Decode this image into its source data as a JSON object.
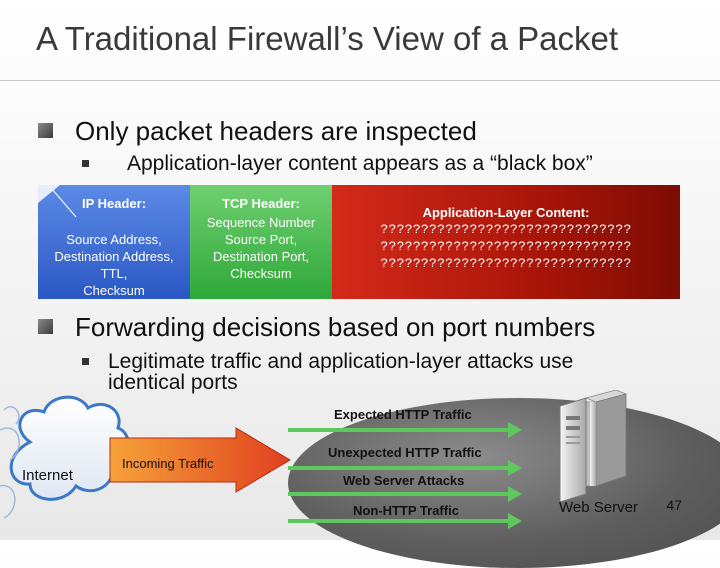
{
  "title": "A Traditional Firewall’s View of a Packet",
  "bullets": [
    {
      "text": "Only packet headers are inspected",
      "sub": "Application-layer content appears as a “black box”"
    },
    {
      "text": "Forwarding decisions based on port numbers",
      "sub": "Legitimate traffic and application-layer attacks use identical ports"
    }
  ],
  "packet": {
    "ip": {
      "header": "IP Header:",
      "lines": [
        "Source Address,",
        "Destination Address,",
        "TTL,",
        "Checksum"
      ]
    },
    "tcp": {
      "header": "TCP Header:",
      "lines": [
        "Sequence Number",
        "Source Port,",
        "Destination Port,",
        "Checksum"
      ]
    },
    "app": {
      "header": "Application-Layer Content:",
      "lines": [
        "???????????????????????????????",
        "???????????????????????????????",
        "???????????????????????????????"
      ]
    }
  },
  "diagram": {
    "internet_label": "Internet",
    "incoming_label": "Incoming Traffic",
    "traffic": [
      "Expected HTTP Traffic",
      "Unexpected HTTP Traffic",
      "Web Server Attacks",
      "Non-HTTP Traffic"
    ],
    "server_label": "Web Server"
  },
  "page_number": "47",
  "colors": {
    "ip": "#2a58c4",
    "tcp": "#2ea83a",
    "app": "#a81508",
    "arrow": "#5ec85e",
    "incoming": "#e8641e"
  }
}
